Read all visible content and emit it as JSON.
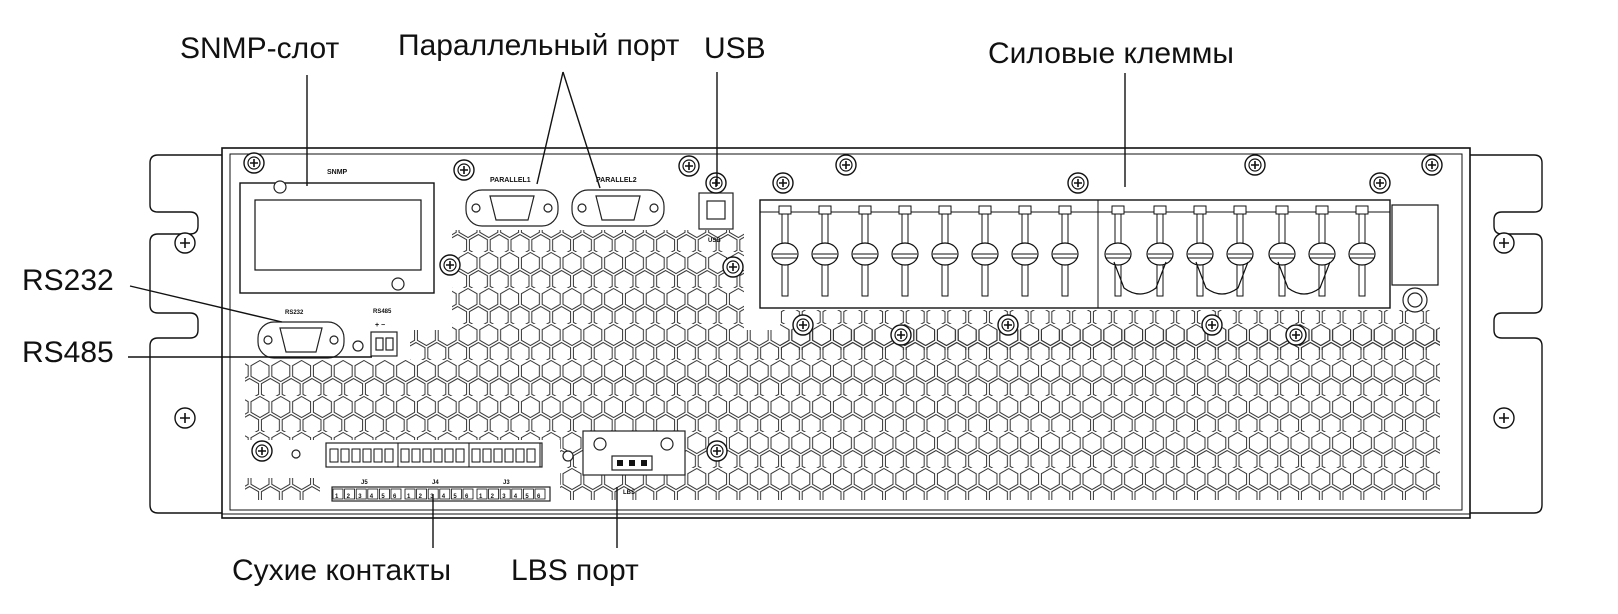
{
  "callouts": {
    "snmp_slot": "SNMP-слот",
    "parallel_port": "Параллельный порт",
    "usb": "USB",
    "power_terminals": "Силовые клеммы",
    "rs232": "RS232",
    "rs485": "RS485",
    "dry_contacts": "Сухие контакты",
    "lbs_port": "LBS порт"
  },
  "panel_labels": {
    "snmp": "SNMP",
    "parallel1": "PARALLEL1",
    "parallel2": "PARALLEL2",
    "usb": "USB",
    "rs232": "RS232",
    "rs485": "RS485",
    "rs485_polarity": "+ −",
    "j5": "J5",
    "j4": "J4",
    "j3": "J3",
    "lbs": "LBS",
    "pin_numbers": [
      "1",
      "2",
      "3",
      "4",
      "5",
      "6"
    ]
  },
  "colors": {
    "line": "#111111",
    "background": "#ffffff"
  }
}
